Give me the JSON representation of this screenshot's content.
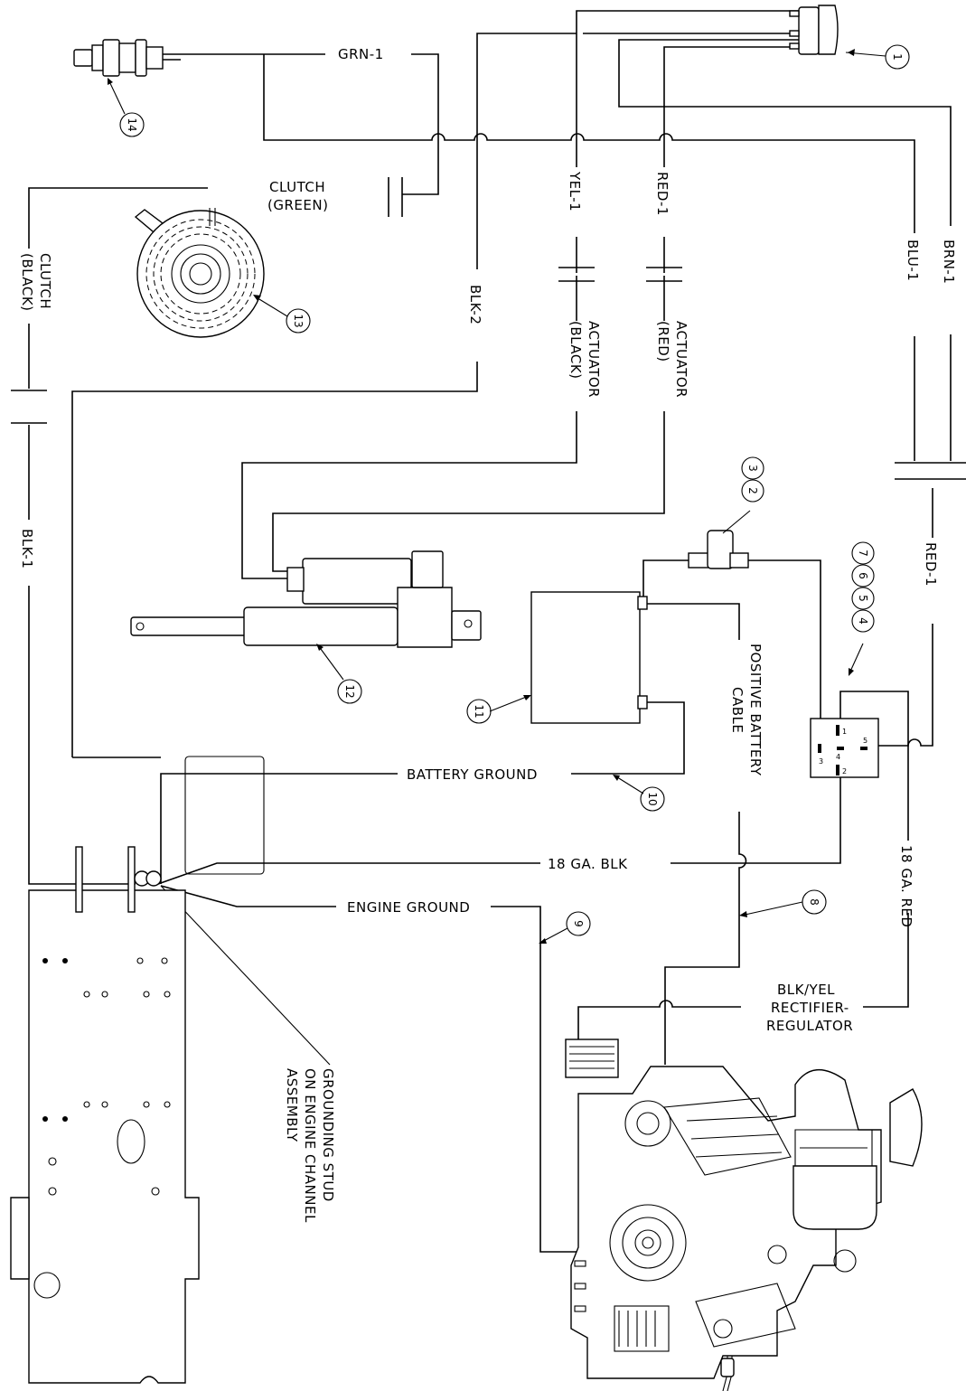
{
  "labels": {
    "grn1": "GRN-1",
    "clutch_green_1": "CLUTCH",
    "clutch_green_2": "(GREEN)",
    "yel1": "YEL-1",
    "red1_top": "RED-1",
    "blu1": "BLU-1",
    "brn1": "BRN-1",
    "blk2": "BLK-2",
    "clutch_black_1": "CLUTCH",
    "clutch_black_2": "(BLACK)",
    "actuator_black_1": "ACTUATOR",
    "actuator_black_2": "(BLACK)",
    "actuator_red_1": "ACTUATOR",
    "actuator_red_2": "(RED)",
    "red1_right": "RED-1",
    "blk1": "BLK-1",
    "positive_cable_1": "POSITIVE BATTERY",
    "positive_cable_2": "CABLE",
    "battery_ground": "BATTERY GROUND",
    "ga18_blk": "18 GA. BLK",
    "ga18_red": "18 GA. RED",
    "engine_ground": "ENGINE GROUND",
    "blk_yel": "BLK/YEL",
    "rectifier_1": "RECTIFIER-",
    "rectifier_2": "REGULATOR",
    "grounding_1": "GROUNDING STUD",
    "grounding_2": "ON ENGINE CHANNEL",
    "grounding_3": "ASSEMBLY"
  },
  "callouts": {
    "c1": "1",
    "c2": "2",
    "c3": "3",
    "c4": "4",
    "c5": "5",
    "c6": "6",
    "c7": "7",
    "c8": "8",
    "c9": "9",
    "c10": "10",
    "c11": "11",
    "c12": "12",
    "c13": "13",
    "c14": "14"
  },
  "relay_pins": {
    "p1": "1",
    "p2": "2",
    "p3": "3",
    "p4": "4",
    "p5": "5"
  }
}
